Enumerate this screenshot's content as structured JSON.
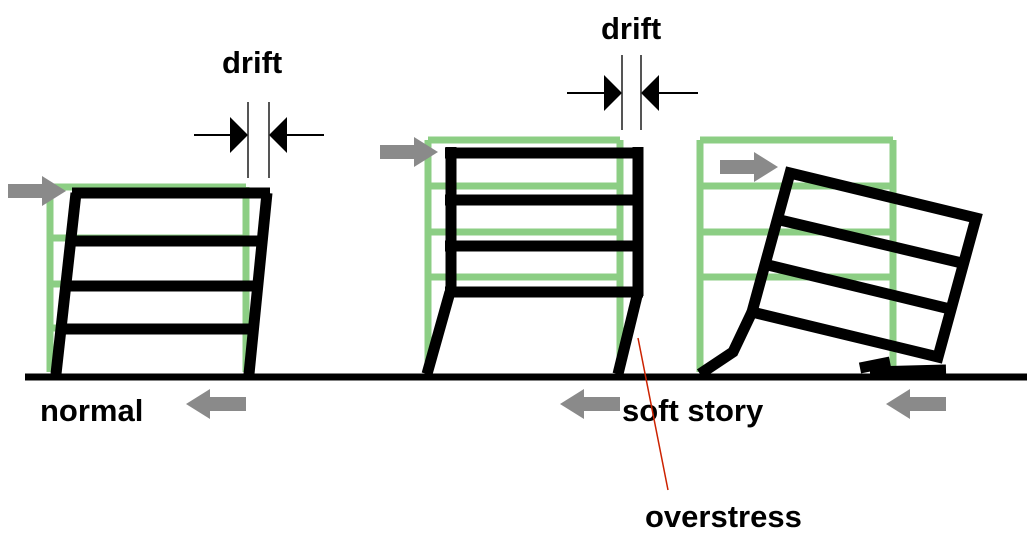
{
  "labels": {
    "drift_left": "drift",
    "drift_middle": "drift",
    "normal": "normal",
    "soft_story": "soft story",
    "overstress": "overstress"
  },
  "colors": {
    "background": "#ffffff",
    "original_frame": "#8cce84",
    "deformed_frame": "#000000",
    "force_arrow": "#8a8a8a",
    "overstress_pointer": "#cc2200"
  },
  "icons": {
    "force_arrow": "arrow-right / arrow-left",
    "drift_marker": "opposing-arrowheads"
  }
}
